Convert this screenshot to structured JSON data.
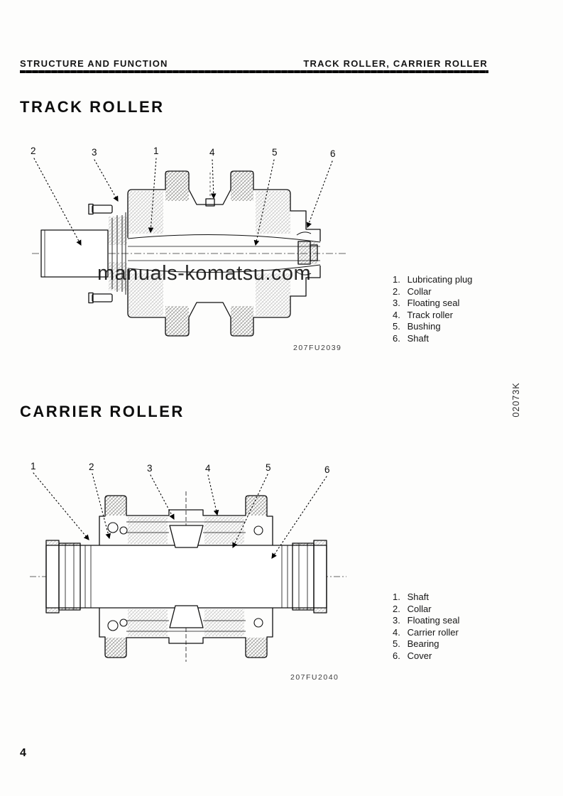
{
  "page": {
    "header_left": "STRUCTURE AND FUNCTION",
    "header_right": "TRACK ROLLER, CARRIER ROLLER",
    "watermark": "manuals-komatsu.com",
    "side_code": "02073K",
    "page_number": "4"
  },
  "track_roller": {
    "title": "TRACK ROLLER",
    "figure_code": "207FU2039",
    "callouts": [
      "2",
      "3",
      "1",
      "4",
      "5",
      "6"
    ],
    "parts": [
      {
        "num": "1.",
        "name": "Lubricating plug"
      },
      {
        "num": "2.",
        "name": "Collar"
      },
      {
        "num": "3.",
        "name": "Floating seal"
      },
      {
        "num": "4.",
        "name": "Track roller"
      },
      {
        "num": "5.",
        "name": "Bushing"
      },
      {
        "num": "6.",
        "name": "Shaft"
      }
    ]
  },
  "carrier_roller": {
    "title": "CARRIER ROLLER",
    "figure_code": "207FU2040",
    "callouts": [
      "1",
      "2",
      "3",
      "4",
      "5",
      "6"
    ],
    "parts": [
      {
        "num": "1.",
        "name": "Shaft"
      },
      {
        "num": "2.",
        "name": "Collar"
      },
      {
        "num": "3.",
        "name": "Floating seal"
      },
      {
        "num": "4.",
        "name": "Carrier roller"
      },
      {
        "num": "5.",
        "name": "Bearing"
      },
      {
        "num": "6.",
        "name": "Cover"
      }
    ]
  }
}
